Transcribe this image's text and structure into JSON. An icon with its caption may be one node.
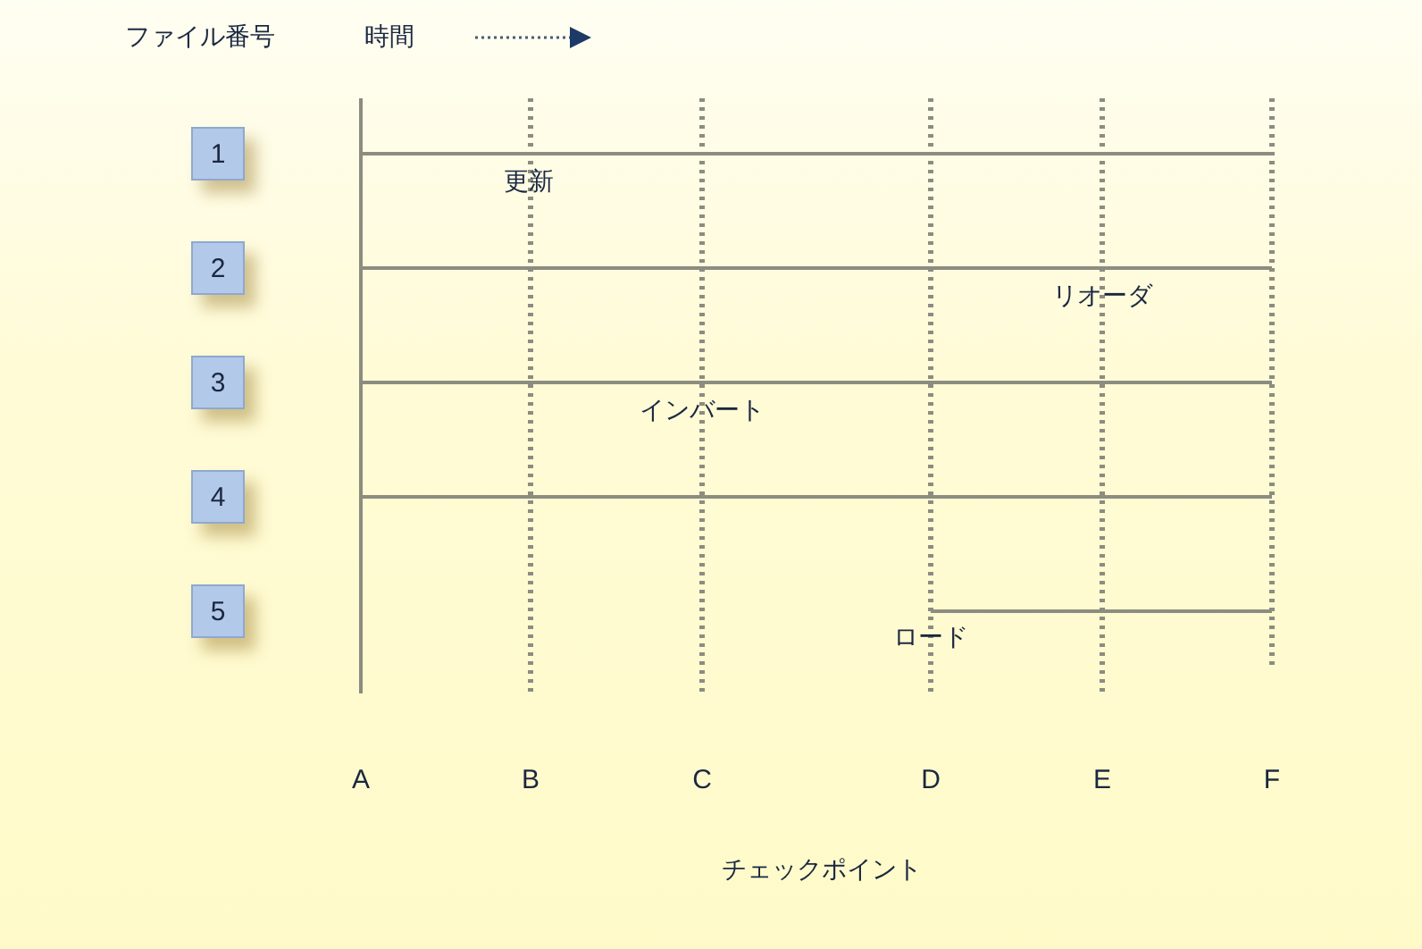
{
  "diagram": {
    "nodes": [
      {
        "text": [
          "1"
        ]
      },
      {
        "text": [
          "2"
        ]
      },
      {
        "text": [
          "3"
        ]
      },
      {
        "text": [
          "4"
        ]
      },
      {
        "text": [
          "5"
        ]
      }
    ],
    "labels": [
      "ファイル番号",
      "時間",
      "更新",
      "リオーダ",
      "インバート",
      "ロード",
      "A",
      "B",
      "C",
      "D",
      "E",
      "F",
      "チェックポイント"
    ]
  }
}
